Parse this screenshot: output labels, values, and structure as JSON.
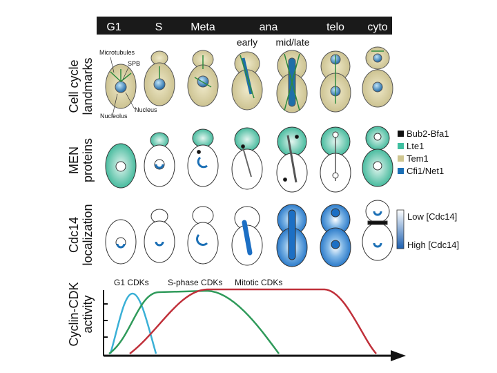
{
  "phase_bar": {
    "labels": [
      "G1",
      "S",
      "Meta",
      "ana",
      "telo",
      "cyto"
    ],
    "sub_labels": [
      "early",
      "mid/late"
    ]
  },
  "rows": {
    "landmarks": {
      "title": [
        "Cell cycle",
        "landmarks"
      ]
    },
    "men": {
      "title": [
        "MEN",
        "proteins"
      ]
    },
    "cdc14": {
      "title": [
        "Cdc14",
        "localization"
      ]
    },
    "cdk": {
      "title": [
        "Cyclin-CDK",
        "activity"
      ]
    }
  },
  "landmark_annotations": [
    "Microtubules",
    "SPB",
    "Nucleus",
    "Nucleolus"
  ],
  "men_legend": [
    {
      "label": "Bub2-Bfa1",
      "color": "#111111"
    },
    {
      "label": "Lte1",
      "color": "#3fbfa0"
    },
    {
      "label": "Tem1",
      "color": "#cfc690"
    },
    {
      "label": "Cfi1/Net1",
      "color": "#1b6fb5"
    }
  ],
  "cdc14_legend": {
    "low": "Low [Cdc14]",
    "high": "High [Cdc14]"
  },
  "cdk_labels": [
    "G1 CDKs",
    "S-phase CDKs",
    "Mitotic CDKs"
  ],
  "colors": {
    "g1": "#3ab0d6",
    "s": "#2f9a5a",
    "mitotic": "#c0303a",
    "cell_fill": "#d7cfa4",
    "men_fill": "#4cbf9f",
    "nucleus": "#1f7ab8",
    "cdc14_high": "#1c6fc4"
  }
}
